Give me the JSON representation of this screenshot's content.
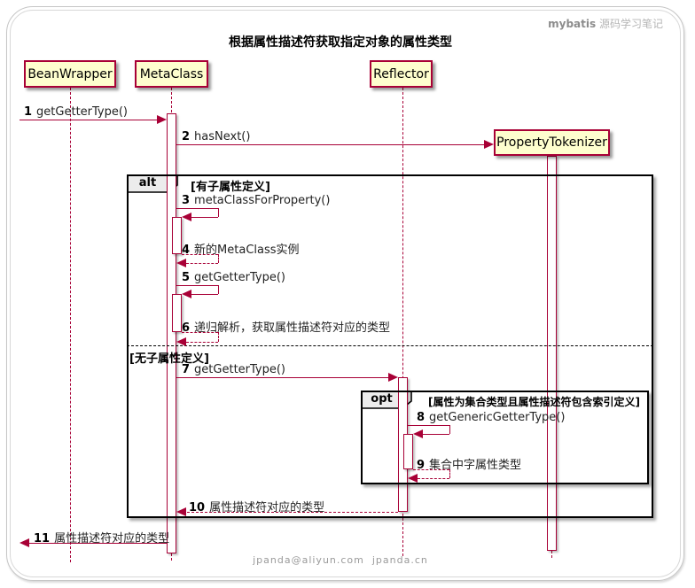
{
  "page": {
    "watermark_brand": "mybatis",
    "watermark_text": "源码学习笔记",
    "title": "根据属性描述符获取指定对象的属性类型",
    "footer": "jpanda@aliyun.com  jpanda.cn"
  },
  "participants": {
    "bean_wrapper": "BeanWrapper",
    "meta_class": "MetaClass",
    "reflector": "Reflector",
    "property_tokenizer": "PropertyTokenizer"
  },
  "fragments": {
    "alt_operator": "alt",
    "alt_guard_1": "[有子属性定义]",
    "alt_guard_2": "[无子属性定义]",
    "opt_operator": "opt",
    "opt_guard": "[属性为集合类型且属性描述符包含索引定义]"
  },
  "messages": [
    {
      "num": "1",
      "label": "getGetterType()"
    },
    {
      "num": "2",
      "label": "hasNext()"
    },
    {
      "num": "3",
      "label": "metaClassForProperty()"
    },
    {
      "num": "4",
      "label": "新的MetaClass实例"
    },
    {
      "num": "5",
      "label": "getGetterType()"
    },
    {
      "num": "6",
      "label": "递归解析，获取属性描述符对应的类型"
    },
    {
      "num": "7",
      "label": "getGetterType()"
    },
    {
      "num": "8",
      "label": "getGenericGetterType()"
    },
    {
      "num": "9",
      "label": "集合中字属性类型"
    },
    {
      "num": "10",
      "label": "属性描述符对应的类型"
    },
    {
      "num": "11",
      "label": "属性描述符对应的类型"
    }
  ],
  "colors": {
    "arrow": "#A80036",
    "participant_fill": "#FEFECE",
    "frame_border": "#000000",
    "background": "#FFFFFF"
  }
}
